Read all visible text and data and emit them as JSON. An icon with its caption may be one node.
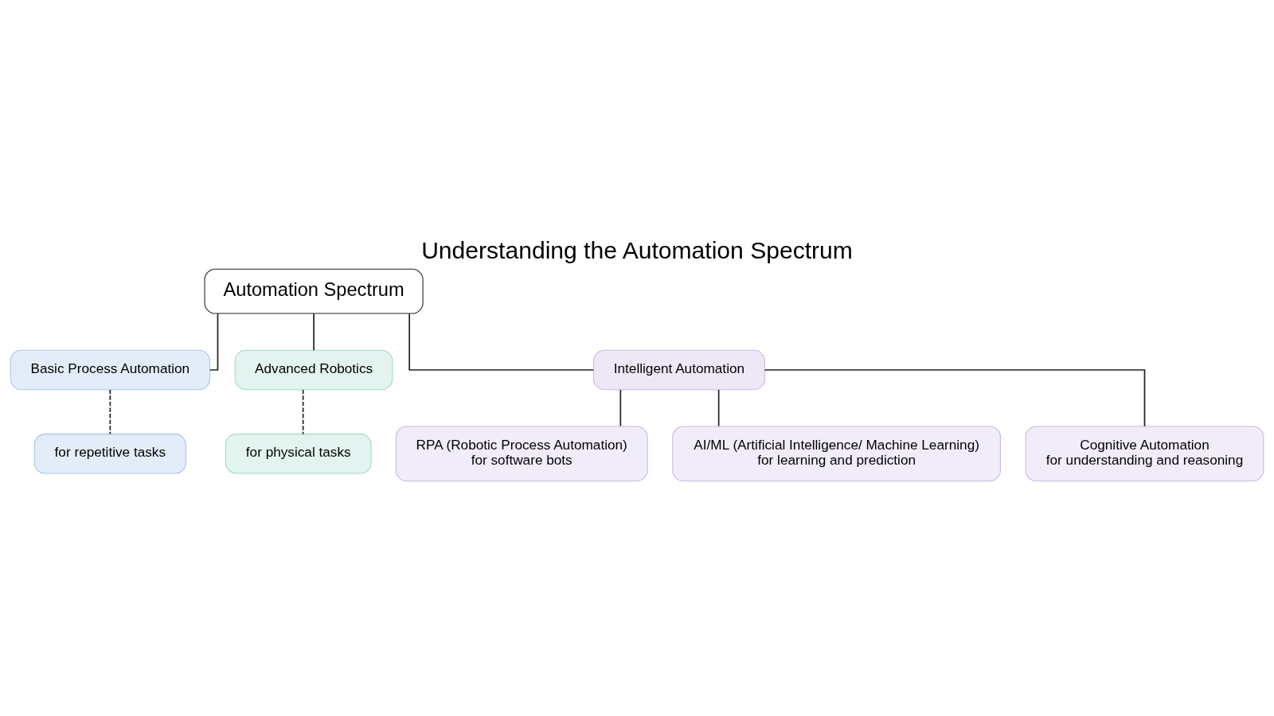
{
  "diagram": {
    "title": "Understanding the Automation Spectrum",
    "nodes": [
      {
        "text": [
          "Automation Spectrum"
        ]
      },
      {
        "text": [
          "Basic Process Automation"
        ]
      },
      {
        "text": [
          "Advanced Robotics"
        ]
      },
      {
        "text": [
          "Intelligent Automation"
        ]
      },
      {
        "text": [
          "for repetitive tasks"
        ]
      },
      {
        "text": [
          "for physical tasks"
        ]
      },
      {
        "text": [
          "RPA (Robotic Process Automation)",
          "for software bots"
        ]
      },
      {
        "text": [
          "AI/ML (Artificial Intelligence/ Machine Learning)",
          "for learning and prediction"
        ]
      },
      {
        "text": [
          "Cognitive Automation",
          "for understanding and reasoning"
        ]
      }
    ],
    "edges": [
      {
        "from": 0,
        "to": 1,
        "arrow": "none"
      },
      {
        "from": 0,
        "to": 2,
        "arrow": "none"
      },
      {
        "from": 0,
        "to": 3,
        "arrow": "none"
      },
      {
        "from": 1,
        "to": 4,
        "arrow": "none",
        "style": "dashed"
      },
      {
        "from": 2,
        "to": 5,
        "arrow": "none",
        "style": "dashed"
      },
      {
        "from": 3,
        "to": 6,
        "arrow": "none"
      },
      {
        "from": 3,
        "to": 7,
        "arrow": "none"
      },
      {
        "from": 3,
        "to": 8,
        "arrow": "none"
      }
    ]
  }
}
